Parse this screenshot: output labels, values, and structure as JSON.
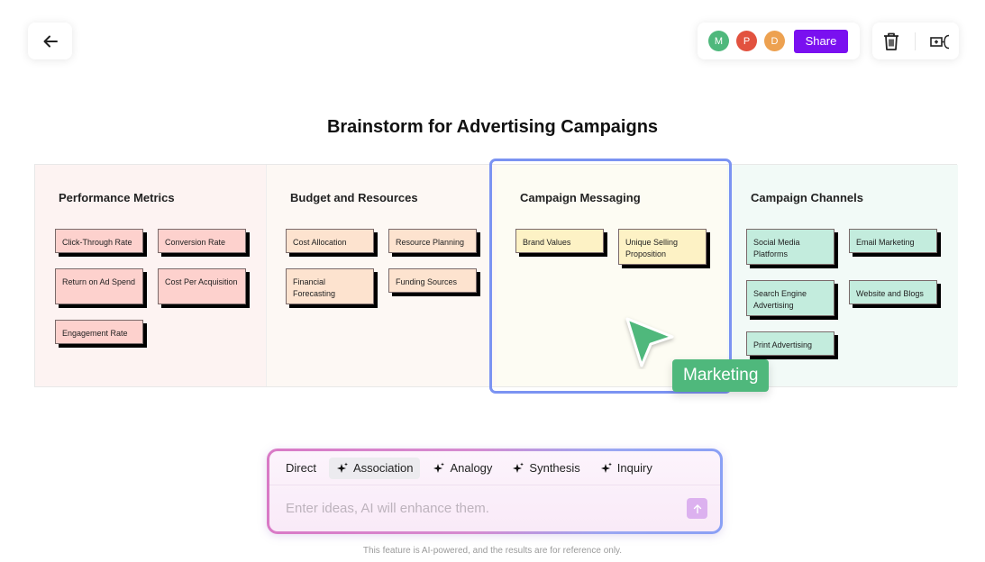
{
  "header": {
    "back_icon": "arrow-left-icon",
    "collaborators": [
      {
        "initial": "M",
        "color": "#4fb87c"
      },
      {
        "initial": "P",
        "color": "#e2523f"
      },
      {
        "initial": "D",
        "color": "#eda150"
      }
    ],
    "share_label": "Share",
    "tools": [
      {
        "icon": "trash-icon"
      },
      {
        "icon": "add-node-icon"
      }
    ]
  },
  "board": {
    "title": "Brainstorm for Advertising Campaigns",
    "panels": [
      {
        "title": "Performance Metrics",
        "bg": "#fdf3f2",
        "note_color": "#fdd1cd",
        "notes": [
          "Click-Through Rate",
          "Conversion Rate",
          "Return on Ad Spend",
          "Cost Per Acquisition",
          "Engagement Rate"
        ]
      },
      {
        "title": "Budget and Resources",
        "bg": "#fdf8f4",
        "note_color": "#fde3cf",
        "notes": [
          "Cost Allocation",
          "Resource Planning",
          "Financial Forecasting",
          "Funding Sources"
        ]
      },
      {
        "title": "Campaign Messaging",
        "bg": "#fdfcf3",
        "note_color": "#fdf2c5",
        "notes": [
          "Brand Values",
          "Unique Selling Proposition"
        ]
      },
      {
        "title": "Campaign Channels",
        "bg": "#f2faf7",
        "note_color": "#c3ecdd",
        "notes": [
          "Social Media Platforms",
          "Email Marketing",
          "Search Engine Advertising",
          "Website and Blogs",
          "Print Advertising"
        ]
      }
    ],
    "selection_color": "#7b93f2"
  },
  "cursor": {
    "label": "Marketing",
    "color": "#4fb87c"
  },
  "ai_input": {
    "modes": [
      {
        "label": "Direct",
        "icon": null,
        "active": false
      },
      {
        "label": "Association",
        "icon": "sparkle-icon",
        "active": true
      },
      {
        "label": "Analogy",
        "icon": "sparkle-icon",
        "active": false
      },
      {
        "label": "Synthesis",
        "icon": "sparkle-icon",
        "active": false
      },
      {
        "label": "Inquiry",
        "icon": "sparkle-icon",
        "active": false
      }
    ],
    "placeholder": "Enter ideas, AI will enhance them.",
    "value": "",
    "send_icon": "arrow-up-icon",
    "disclaimer": "This feature is AI-powered, and the results are for reference only."
  }
}
